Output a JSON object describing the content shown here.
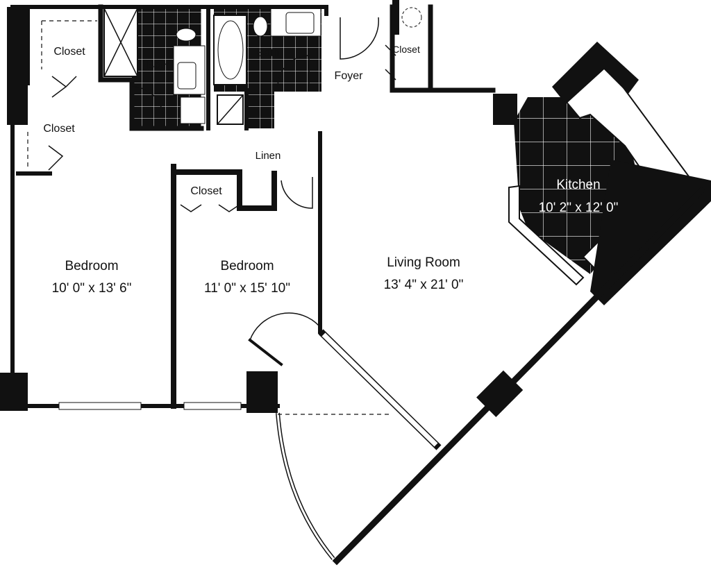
{
  "rooms": {
    "closet_top_left": "Closet",
    "closet_left": "Closet",
    "bath_1": "Bath",
    "bath_2": "Bath",
    "foyer": "Foyer",
    "closet_foyer": "Closet",
    "linen": "Linen",
    "closet_bedroom2": "Closet",
    "kitchen": {
      "name": "Kitchen",
      "size": "10' 2\" x 12' 0\""
    },
    "bedroom_1": {
      "name": "Bedroom",
      "size": "10' 0\" x 13' 6\""
    },
    "bedroom_2": {
      "name": "Bedroom",
      "size": "11' 0\" x 15' 10\""
    },
    "living_room": {
      "name": "Living Room",
      "size": "13' 4\" x 21' 0\""
    }
  },
  "colors": {
    "wall": "#111111",
    "background": "#ffffff"
  }
}
